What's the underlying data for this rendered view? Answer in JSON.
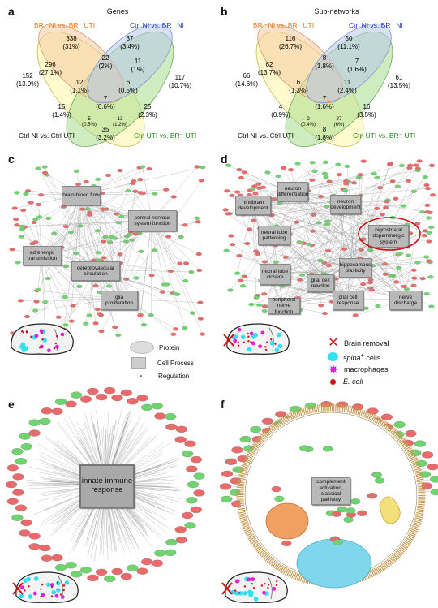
{
  "panels": {
    "a": {
      "letter": "a",
      "title": "Genes",
      "sets": {
        "top_left": "BR⁻ NI vs. BR⁻ UTI",
        "top_right": "Ctrl NI vs. BR⁻ NI",
        "bottom_left": "Ctrl NI vs. Ctrl UTI",
        "bottom_right": "Ctrl UTI vs. BR⁻ UTI"
      },
      "regions": [
        {
          "v": "338",
          "p": "(31%)"
        },
        {
          "v": "37",
          "p": "(3.4%)"
        },
        {
          "v": "296",
          "p": "(27.1%)"
        },
        {
          "v": "22",
          "p": "(2%)"
        },
        {
          "v": "11",
          "p": "(1%)"
        },
        {
          "v": "152",
          "p": "(13.9%)"
        },
        {
          "v": "12",
          "p": "(1.1%)"
        },
        {
          "v": "6",
          "p": "(0.5%)"
        },
        {
          "v": "117",
          "p": "(10.7%)"
        },
        {
          "v": "7",
          "p": "(0.6%)"
        },
        {
          "v": "15",
          "p": "(1.4%)"
        },
        {
          "v": "25",
          "p": "(2.3%)"
        },
        {
          "v": "5",
          "p": "(0.5%)"
        },
        {
          "v": "13",
          "p": "(1.2%)"
        },
        {
          "v": "35",
          "p": "(3.2%)"
        }
      ]
    },
    "b": {
      "letter": "b",
      "title": "Sub-networks",
      "sets": {
        "top_left": "BR⁻ NI vs. BR⁻ UTI",
        "top_right": "Ctrl NI vs. BR⁻ NI",
        "bottom_left": "Ctrl NI vs. Ctrl UTI",
        "bottom_right": "Ctrl UTI vs. BR⁻ UTI"
      },
      "regions": [
        {
          "v": "116",
          "p": "(26.7%)"
        },
        {
          "v": "50",
          "p": "(11.1%)"
        },
        {
          "v": "62",
          "p": "(13.7%)"
        },
        {
          "v": "8",
          "p": "(1.8%)"
        },
        {
          "v": "7",
          "p": "(1.6%)"
        },
        {
          "v": "66",
          "p": "(14.6%)"
        },
        {
          "v": "6",
          "p": "(1.3%)"
        },
        {
          "v": "11",
          "p": "(2.4%)"
        },
        {
          "v": "61",
          "p": "(13.5%)"
        },
        {
          "v": "7",
          "p": "(1.6%)"
        },
        {
          "v": "4",
          "p": "(0.9%)"
        },
        {
          "v": "16",
          "p": "(3.5%)"
        },
        {
          "v": "2",
          "p": "(0.4%)"
        },
        {
          "v": "27",
          "p": "(6%)"
        },
        {
          "v": "8",
          "p": "(1.8%)"
        }
      ]
    },
    "c": {
      "letter": "c",
      "processes": [
        "brain blood flow",
        "central nervous system function",
        "adrenergic transmission",
        "cerebrovascular circulation",
        "glia proliferation"
      ]
    },
    "d": {
      "letter": "d",
      "processes": [
        "neuron differentiation",
        "hindbrain development",
        "neuron development",
        "neural tube patterning",
        "nigrostriatal dopaminergic system",
        "hippocampus plasticity",
        "neural tube closure",
        "glial cell reaction",
        "glial cell response",
        "nerve discharge",
        "peripheral nerve function"
      ]
    },
    "e": {
      "letter": "e",
      "center_label": "innate immune response"
    },
    "f": {
      "letter": "f",
      "center_label": "complement activation, classical pathway"
    }
  },
  "legend_network": {
    "protein": "Protein",
    "cell_process": "Cell Process",
    "regulation": "Regulation"
  },
  "legend_brain": {
    "brain_removal": "Brain removal",
    "spiba": "spiba",
    "spiba_sup": "+",
    "spiba_suffix": " cells",
    "macrophages": "macrophages",
    "ecoli": "E. coli"
  },
  "colors": {
    "set_top_left": "#e87722",
    "set_top_right": "#2a3fbf",
    "set_bottom_left": "#111111",
    "set_bottom_right": "#1c8a1c",
    "up": "#e86a6a",
    "down": "#6fd36f",
    "process": "#b9b9b9",
    "spiba": "#33e0f0",
    "macrophage": "#e020e0",
    "ecoli": "#d0101a",
    "removal": "#d01010"
  }
}
